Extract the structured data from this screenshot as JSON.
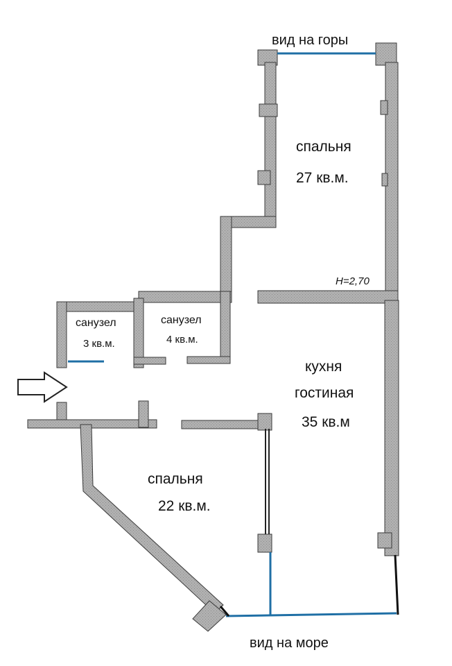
{
  "views": {
    "mountains": "вид на горы",
    "sea": "вид на море"
  },
  "ceiling_height": "H=2,70",
  "rooms": {
    "bedroom_top": {
      "name": "спальня",
      "area": "27 кв.м."
    },
    "kitchen_living": {
      "name_1": "кухня",
      "name_2": "гостиная",
      "area": "35 кв.м"
    },
    "bathroom_left": {
      "name": "санузел",
      "area": "3 кв.м."
    },
    "bathroom_right": {
      "name": "санузел",
      "area": "4 кв.м."
    },
    "bedroom_bottom": {
      "name": "спальня",
      "area": "22 кв.м."
    }
  },
  "colors": {
    "wall_fill": "#a9a9a9",
    "wall_stroke": "#3a3a3a",
    "window": "#1f6fa5",
    "outline": "#222222"
  },
  "icons": {
    "entrance": "entrance-arrow-icon"
  }
}
